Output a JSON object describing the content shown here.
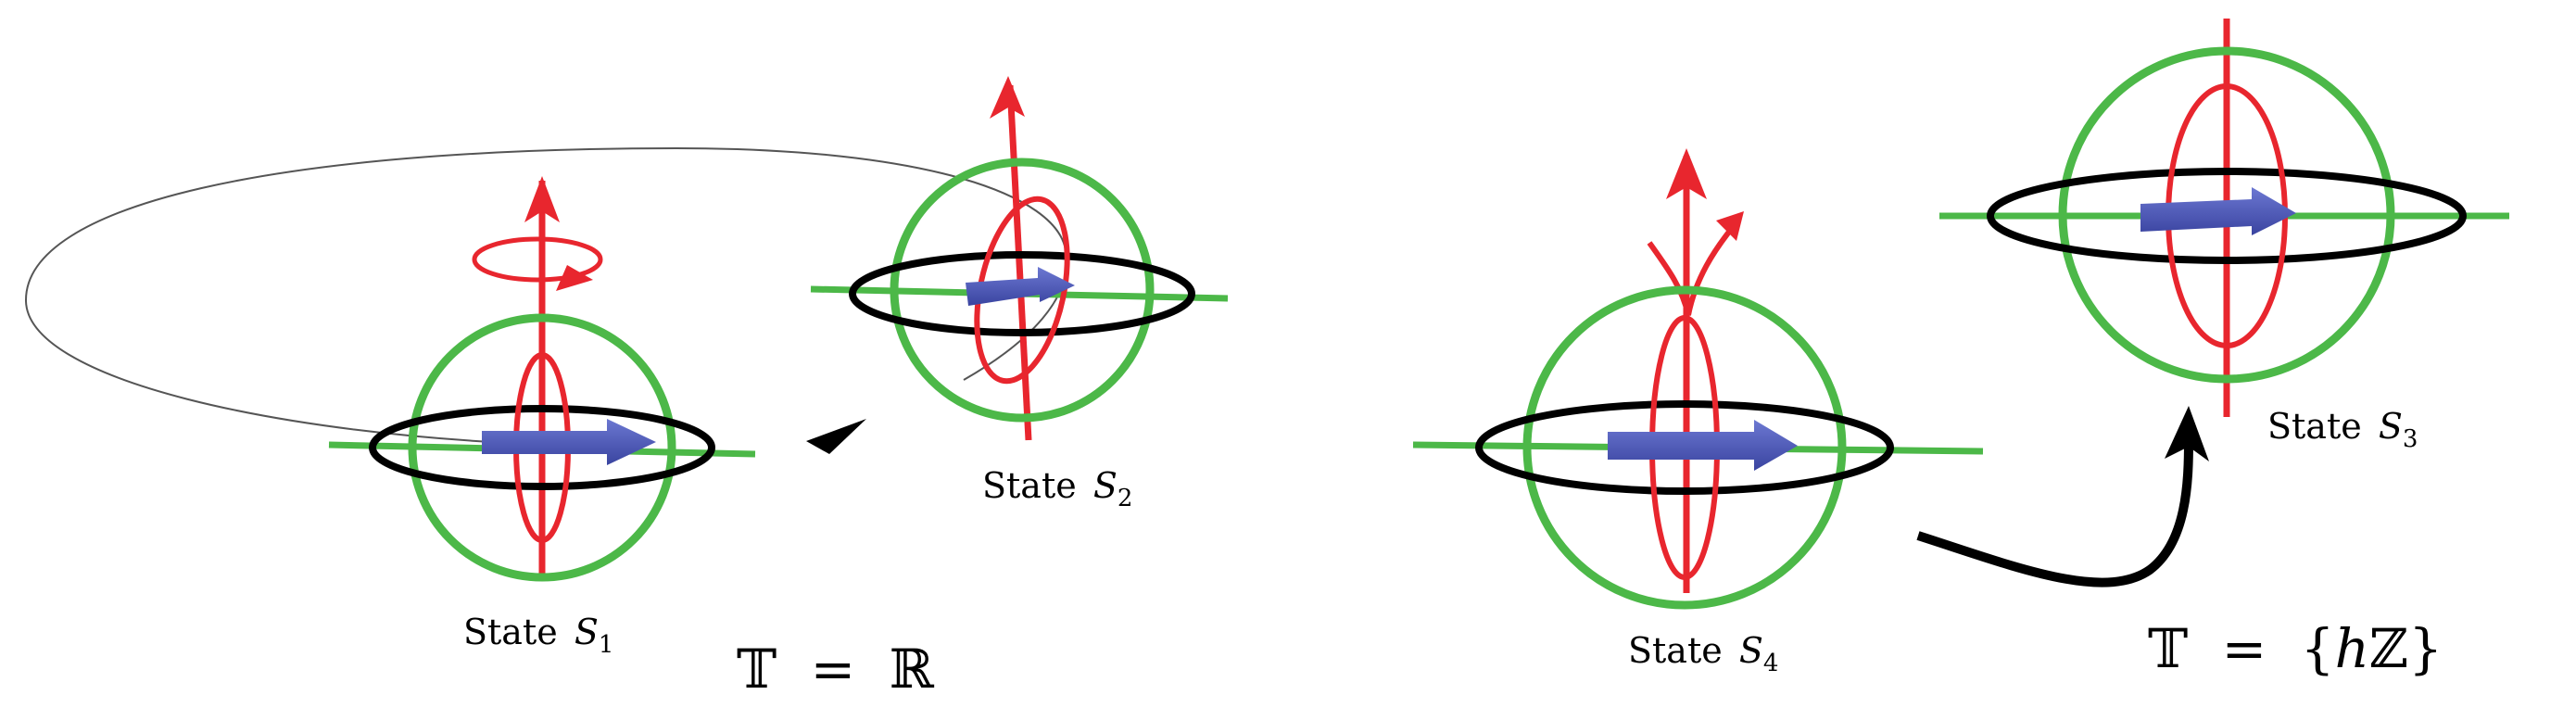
{
  "panels": {
    "continuous": {
      "state1": {
        "label": "State",
        "sym": "S",
        "sub": "1"
      },
      "state2": {
        "label": "State",
        "sym": "S",
        "sub": "2"
      },
      "time_scale": {
        "lhs": "𝕋",
        "eq": "=",
        "rhs": "ℝ"
      }
    },
    "discrete": {
      "state3": {
        "label": "State",
        "sym": "S",
        "sub": "3"
      },
      "state4": {
        "label": "State",
        "sym": "S",
        "sub": "4"
      },
      "time_scale": {
        "lhs": "𝕋",
        "eq": "=",
        "rhs_open": "{",
        "rhs_h": "h",
        "rhs_z": "ℤ",
        "rhs_close": "}"
      }
    }
  },
  "colors": {
    "sphere": "#4cb848",
    "axis": "#e8262e",
    "equator": "#000000",
    "moment": "#4a56b6",
    "orbit": "#555555",
    "transition_arrow": "#000000"
  }
}
